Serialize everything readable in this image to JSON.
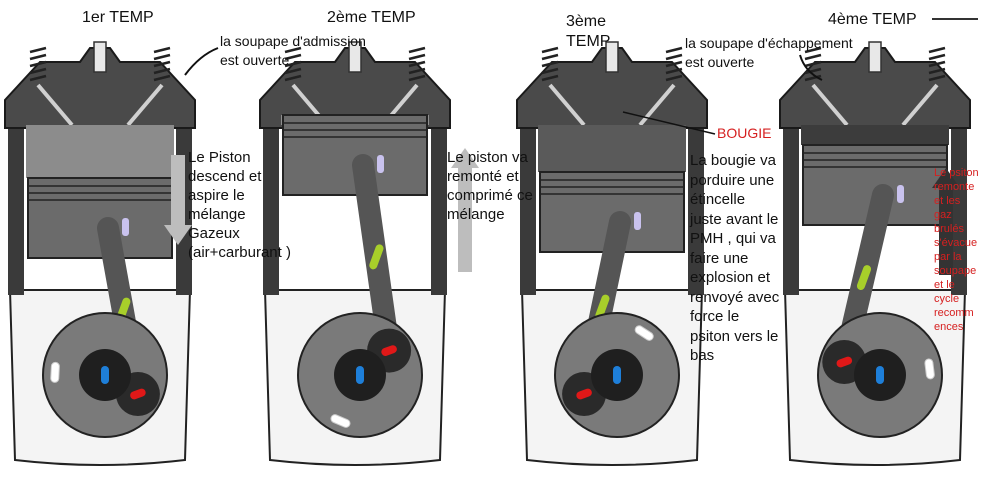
{
  "colors": {
    "head": "#4a4a4a",
    "cylinder": "#3a3a3a",
    "piston": "#6b6b6b",
    "crankcase": "#f4f4f4",
    "crank": "#7a7a7a",
    "arrow": "#bdbdbd",
    "arrow_dark": "#333333",
    "text_red": "#d62020",
    "marker_lilac": "#c9c2ee",
    "marker_lime": "#a8cf2a",
    "marker_red": "#e01818",
    "marker_blue": "#1e7fd9",
    "marker_white": "#ffffff"
  },
  "strokes": [
    {
      "title": "1er TEMP",
      "valve_note": "la soupape d'admission\nest ouverte",
      "description": "Le Piston\ndescend et\naspire le\nmélange\nGazeux\n(air+carburant )",
      "arrow": "down"
    },
    {
      "title": "2ème TEMP",
      "description": "Le piston va\nremonté et\ncomprimé ce\nmélange",
      "arrow": "up"
    },
    {
      "title": "3ème\nTEMP",
      "spark_label": "BOUGIE",
      "description": "La bougie va\nporduire une\nétincelle\njuste avant le\nPMH , qui va\nfaire une\nexplosion et\nrenvoyé avec\nforce le\npsiton vers le\nbas"
    },
    {
      "title": "4ème TEMP",
      "valve_note": "la soupape d'échappement\nest ouverte",
      "description": "Le psiton\nremonte\net les\ngaz\nbrulés\ns'évacue\npar la\nsoupape\net le\ncycle\nrecomm\nences",
      "arrow": "up"
    }
  ]
}
